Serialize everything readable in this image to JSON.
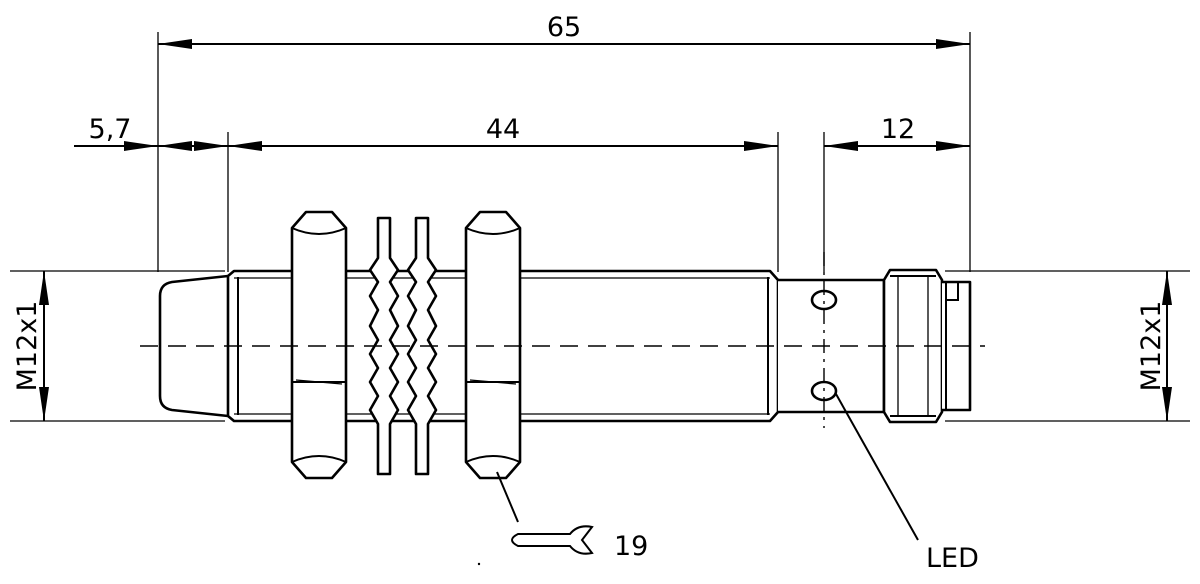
{
  "dimensions": {
    "overall_length": "65",
    "tip_length": "5,7",
    "thread_length": "44",
    "connector_length": "12",
    "thread_left": "M12x1",
    "thread_right": "M12x1"
  },
  "callouts": {
    "wrench_size": "19",
    "led_label": "LED"
  },
  "colors": {
    "line": "#000000",
    "background": "#ffffff"
  },
  "icons": {
    "wrench": "wrench-icon"
  }
}
